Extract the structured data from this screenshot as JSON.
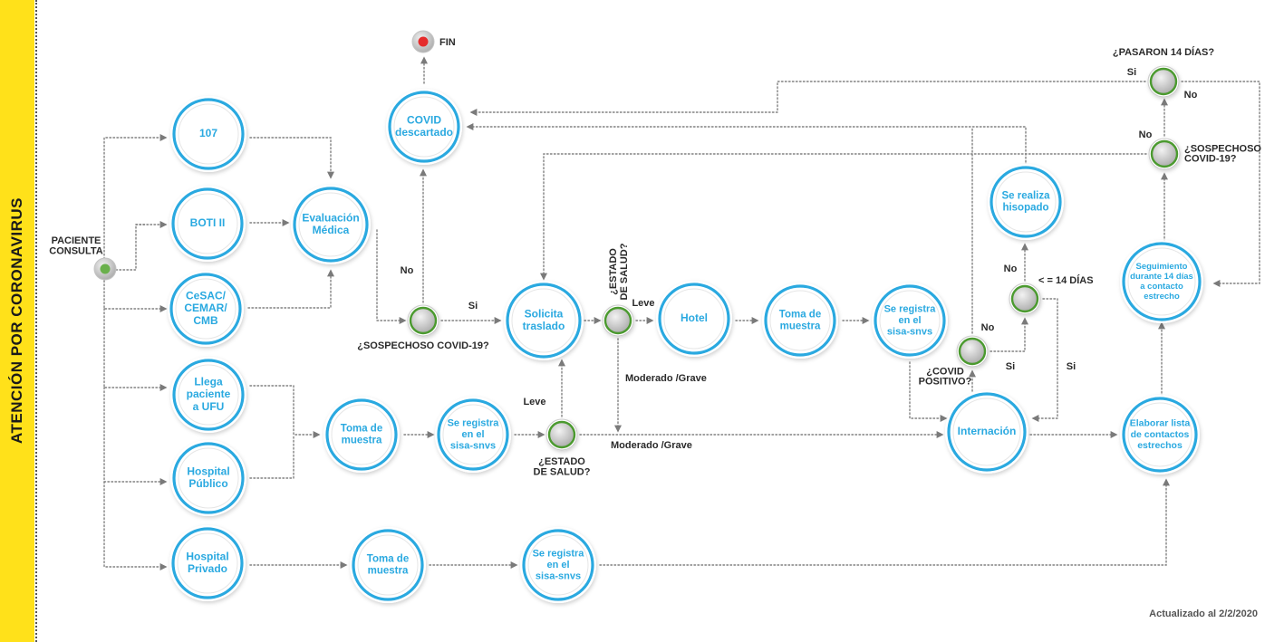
{
  "sidebar": {
    "title": "ATENCIÓN POR CORONAVIRUS"
  },
  "colors": {
    "sidebar": "#ffe11a",
    "ring": "#2aa9e0",
    "decision_ring": "#4b9a2f",
    "end_dot": "#e52b2b",
    "start_dot": "#6ab04c",
    "line": "#808080"
  },
  "start": {
    "label": [
      "PACIENTE",
      "CONSULTA"
    ]
  },
  "end": {
    "label": "FIN"
  },
  "nodes": {
    "n107": [
      "107"
    ],
    "boti": [
      "BOTI II"
    ],
    "cesac": [
      "CeSAC/",
      "CEMAR/",
      "CMB"
    ],
    "ufu": [
      "Llega",
      "paciente",
      "a UFU"
    ],
    "hpub": [
      "Hospital",
      "Público"
    ],
    "hpriv": [
      "Hospital",
      "Privado"
    ],
    "eval": [
      "Evaluación",
      "Médica"
    ],
    "covid_desc": [
      "COVID",
      "descartado"
    ],
    "toma1": [
      "Toma de",
      "muestra"
    ],
    "sisa1": [
      "Se registra",
      "en el",
      "sisa-snvs"
    ],
    "toma3": [
      "Toma de",
      "muestra"
    ],
    "sisa3": [
      "Se registra",
      "en el",
      "sisa-snvs"
    ],
    "traslado": [
      "Solicita",
      "traslado"
    ],
    "hotel": [
      "Hotel"
    ],
    "toma2": [
      "Toma de",
      "muestra"
    ],
    "sisa2": [
      "Se registra",
      "en el",
      "sisa-snvs"
    ],
    "intern": [
      "Internación"
    ],
    "hisop": [
      "Se realiza",
      "hisopado"
    ],
    "seguim": [
      "Seguimiento",
      "durante 14 días",
      "a contacto",
      "estrecho"
    ],
    "lista": [
      "Elaborar lista",
      "de contactos",
      "estrechos"
    ]
  },
  "decisions": {
    "sosp1": [
      "¿SOSPECHOSO COVID-19?"
    ],
    "estado1": [
      "¿ESTADO",
      "DE SALUD?"
    ],
    "estado2": [
      "¿ESTADO",
      "DE SALUD?"
    ],
    "covidpos": [
      "¿COVID",
      "POSITIVO?"
    ],
    "d14": [
      "< = 14 DÍAS"
    ],
    "sosp2": [
      "¿SOSPECHOSO",
      "COVID-19?"
    ],
    "pasaron": [
      "¿PASARON 14 DÍAS?"
    ]
  },
  "edge_labels": {
    "no_sosp1": "No",
    "si_sosp1": "Si",
    "leve_estado1": "Leve",
    "grave_estado1": "Moderado /Grave",
    "leve_estado2": "Leve",
    "grave_estado2": "Moderado /Grave",
    "no_covidpos": "No",
    "si_covidpos": "Si",
    "no_d14": "No",
    "si_d14": "Si",
    "no_sosp2": "No",
    "si_pasaron": "Si",
    "no_pasaron": "No"
  },
  "footer": {
    "updated": "Actualizado al 2/2/2020"
  }
}
